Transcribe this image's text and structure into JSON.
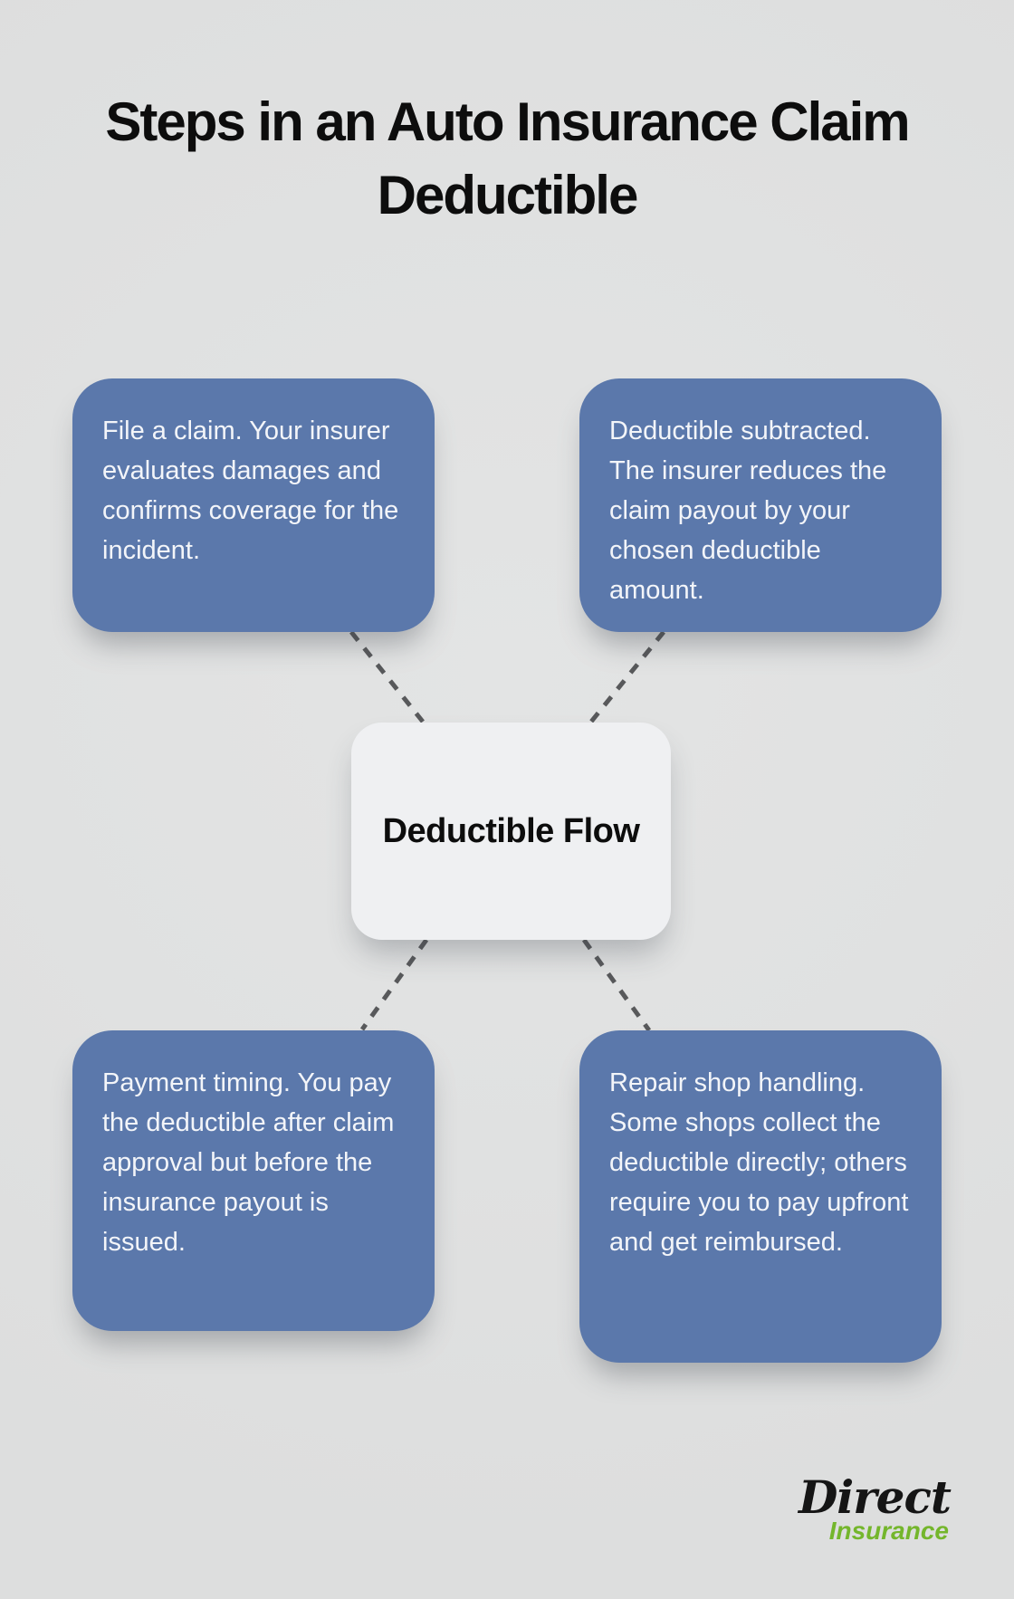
{
  "title": "Steps in an Auto Insurance Claim Deductible",
  "center": {
    "label": "Deductible Flow"
  },
  "nodes": [
    {
      "position": "top-left",
      "text": "File a claim. Your insurer evaluates damages and confirms coverage for the incident."
    },
    {
      "position": "top-right",
      "text": "Deductible subtracted. The insurer reduces the claim payout by your chosen deductible amount."
    },
    {
      "position": "bottom-left",
      "text": "Payment timing. You pay the deductible after claim approval but before the insurance payout is issued."
    },
    {
      "position": "bottom-right",
      "text": "Repair shop handling. Some shops collect the deductible directly; others require you to pay upfront and get reimbursed."
    }
  ],
  "logo": {
    "primary": "Direct",
    "secondary": "Insurance"
  },
  "colors": {
    "background": "#e0e1e1",
    "node_blue": "#5b78ab",
    "node_text": "#f3f5f9",
    "center_box": "#eff0f2",
    "connector_gray": "#58595b",
    "title_black": "#0d0d0d",
    "logo_black": "#151515",
    "logo_green": "#74b62c"
  }
}
